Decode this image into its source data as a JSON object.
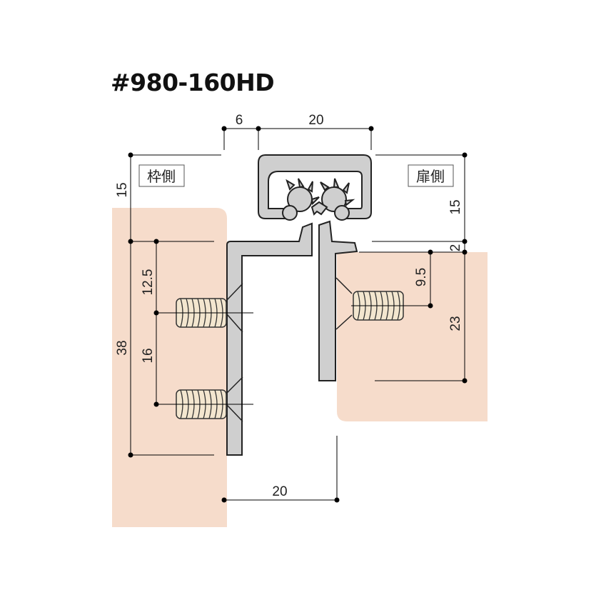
{
  "title": "#980-160HD",
  "colors": {
    "wood": "#f6dccb",
    "hinge_fill": "#cfcfcf",
    "hinge_stroke": "#222222",
    "screw_fill": "#f3e6cf",
    "dim_line": "#000000"
  },
  "labels": {
    "frame_side": "枠側",
    "door_side": "扉側"
  },
  "dimensions": {
    "top_gap": "6",
    "top_width": "20",
    "left_top_height": "15",
    "right_top_height": "15",
    "right_gap": "2",
    "left_total": "38",
    "screw_top_offset": "12.5",
    "screw_spacing": "16",
    "door_screw_offset": "9.5",
    "door_leaf_length": "23",
    "bottom_offset": "20"
  }
}
